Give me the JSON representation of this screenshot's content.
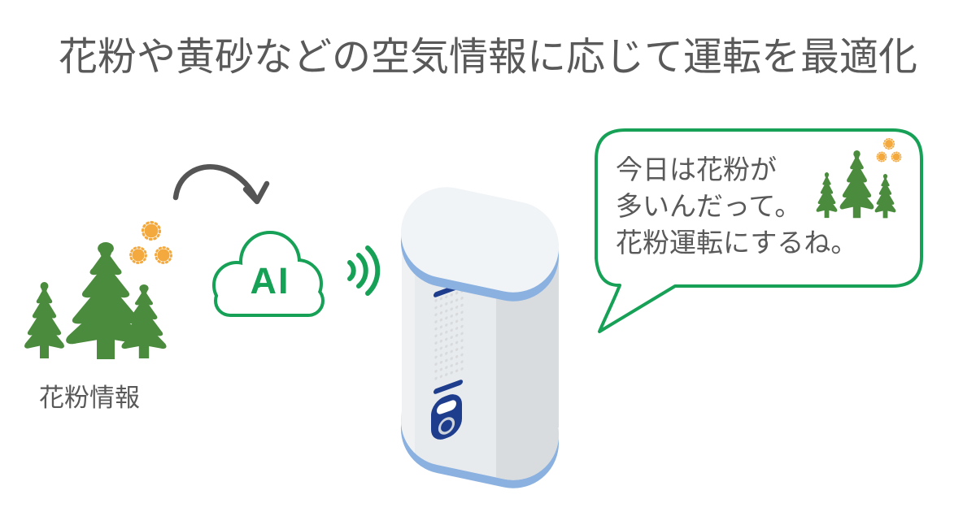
{
  "title": "花粉や黄砂などの空気情報に応じて運転を最適化",
  "pollen_source": {
    "label": "花粉情報"
  },
  "ai_cloud": {
    "label": "AI"
  },
  "speech_bubble": {
    "lines": [
      "今日は花粉が",
      "多いんだって。",
      "花粉運転にするね。"
    ]
  },
  "colors": {
    "brand_green": "#16a157",
    "tree_green": "#4b8b3d",
    "pollen_orange": "#f4a93f",
    "text_gray": "#595959",
    "arrow_gray": "#555555",
    "device_navy": "#1f3d8d",
    "device_rim_blue": "#8bb1e0",
    "device_front": "#e8ebee",
    "device_side": "#d9dcdf",
    "device_top": "#f1f4f7"
  }
}
